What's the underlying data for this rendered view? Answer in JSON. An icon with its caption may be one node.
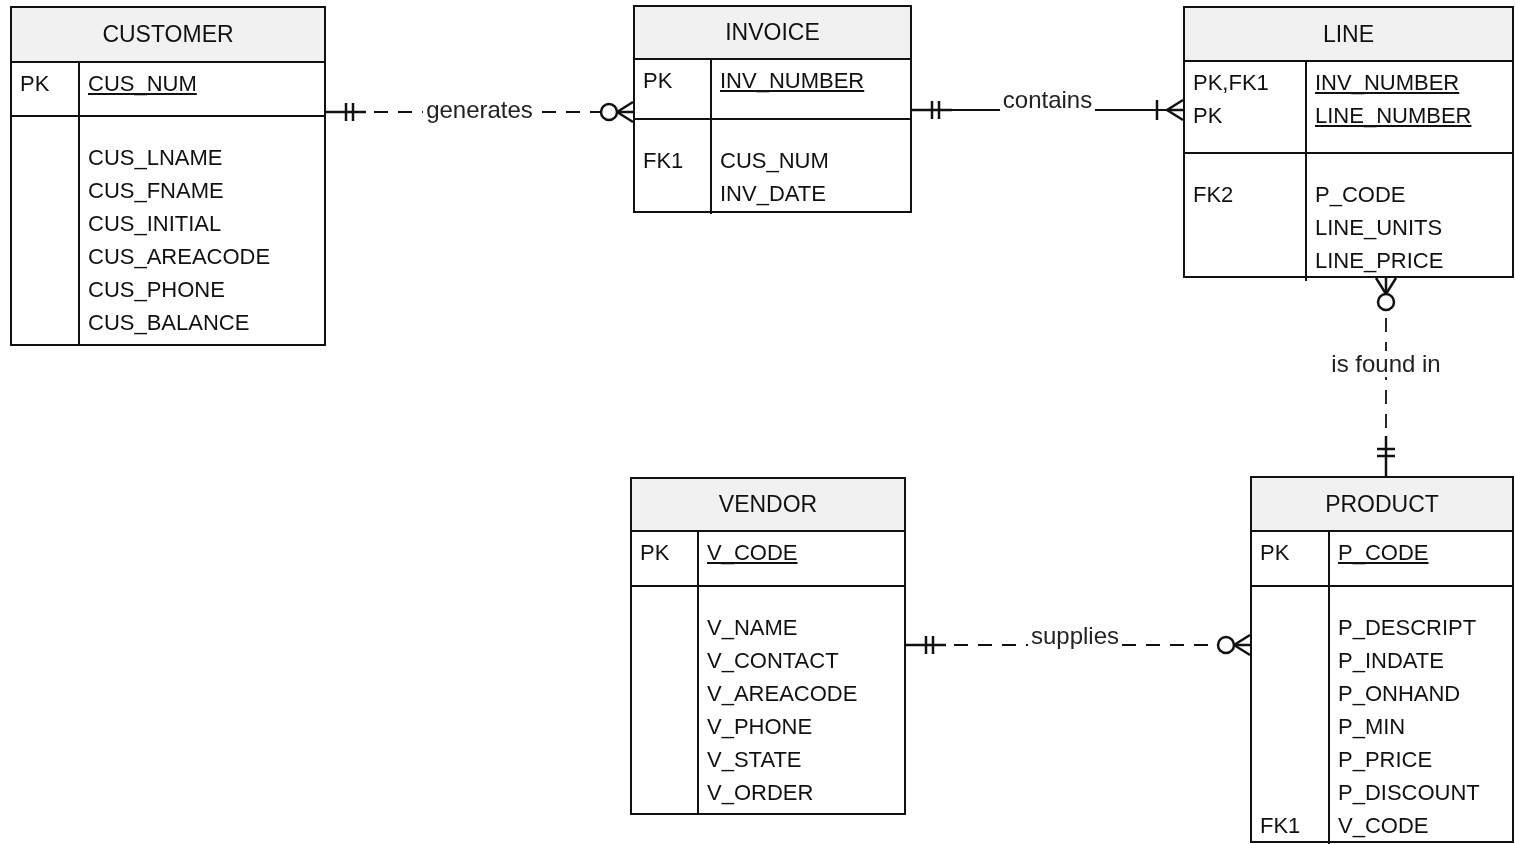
{
  "diagram": {
    "nodes": [
      {
        "text": [
          "CUSTOMER",
          "PK",
          "CUS_NUM",
          "CUS_LNAME CUS_FNAME CUS_INITIAL CUS_AREACODE CUS_PHONE CUS_BALANCE"
        ]
      },
      {
        "text": [
          "INVOICE",
          "PK",
          "INV_NUMBER",
          "FK1",
          "CUS_NUM INV_DATE"
        ]
      },
      {
        "text": [
          "LINE",
          "PK,FK1 PK",
          "INV_NUMBER LINE_NUMBER",
          "FK2",
          "P_CODE LINE_UNITS LINE_PRICE"
        ]
      },
      {
        "text": [
          "VENDOR",
          "PK",
          "V_CODE",
          "V_NAME V_CONTACT V_AREACODE V_PHONE V_STATE V_ORDER"
        ]
      },
      {
        "text": [
          "PRODUCT",
          "PK",
          "P_CODE",
          "FK1",
          "P_DESCRIPT P_INDATE P_ONHAND P_MIN P_PRICE P_DISCOUNT V_CODE"
        ]
      }
    ],
    "edges": [
      {
        "from": 0,
        "to": 1,
        "arrow": "other",
        "label": "generates",
        "style": "dashed"
      },
      {
        "from": 1,
        "to": 2,
        "arrow": "other",
        "label": "contains"
      },
      {
        "from": 4,
        "to": 2,
        "arrow": "other",
        "label": "is found in",
        "style": "dashed"
      },
      {
        "from": 3,
        "to": 4,
        "arrow": "other",
        "label": "supplies",
        "style": "dashed"
      }
    ]
  }
}
